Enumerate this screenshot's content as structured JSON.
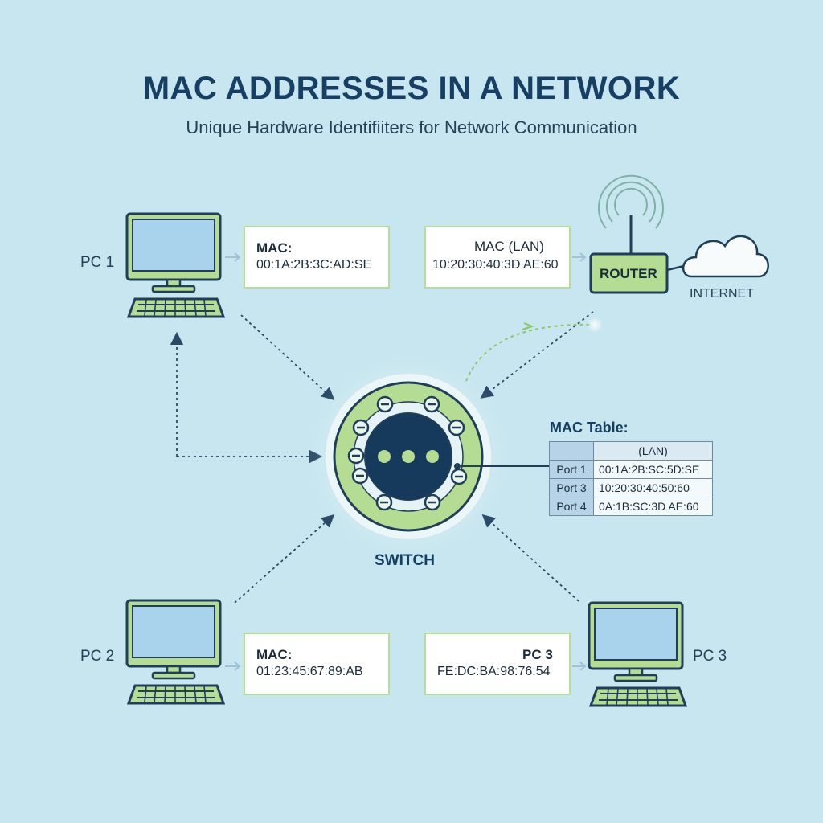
{
  "title": "MAC ADDRESSES IN A NETWORK",
  "subtitle": "Unique Hardware Identifiiters for Network Communication",
  "nodes": {
    "pc1": "PC 1",
    "pc2": "PC 2",
    "pc3": "PC 3",
    "router": "ROUTER",
    "internet": "INTERNET",
    "switch": "SWITCH"
  },
  "address_boxes": {
    "pc1": {
      "heading": "MAC:",
      "value": "00:1A:2B:3C:AD:SE"
    },
    "router": {
      "heading": "MAC (LAN)",
      "value": "10:20:30:40:3D AE:60"
    },
    "pc2": {
      "heading": "MAC:",
      "value": "01:23:45:67:89:AB"
    },
    "pc3": {
      "heading": "PC 3",
      "value": "FE:DC:BA:98:76:54"
    }
  },
  "mac_table": {
    "title": "MAC Table:",
    "header": "(LAN)",
    "rows": [
      {
        "port": "Port 1",
        "mac": "00:1A:2B:SC:5D:SE"
      },
      {
        "port": "Port 3",
        "mac": "10:20:30:40:50:60"
      },
      {
        "port": "Port 4",
        "mac": "0A:1B:SC:3D AE:60"
      }
    ]
  },
  "colors": {
    "background": "#c7e6ef",
    "accent_green": "#b9dc9a",
    "navy": "#173f63",
    "switch_core": "#163a5c"
  },
  "icons": [
    "computer-monitor-icon",
    "keyboard-icon",
    "router-icon",
    "wifi-signal-icon",
    "cloud-icon",
    "switch-icon"
  ]
}
